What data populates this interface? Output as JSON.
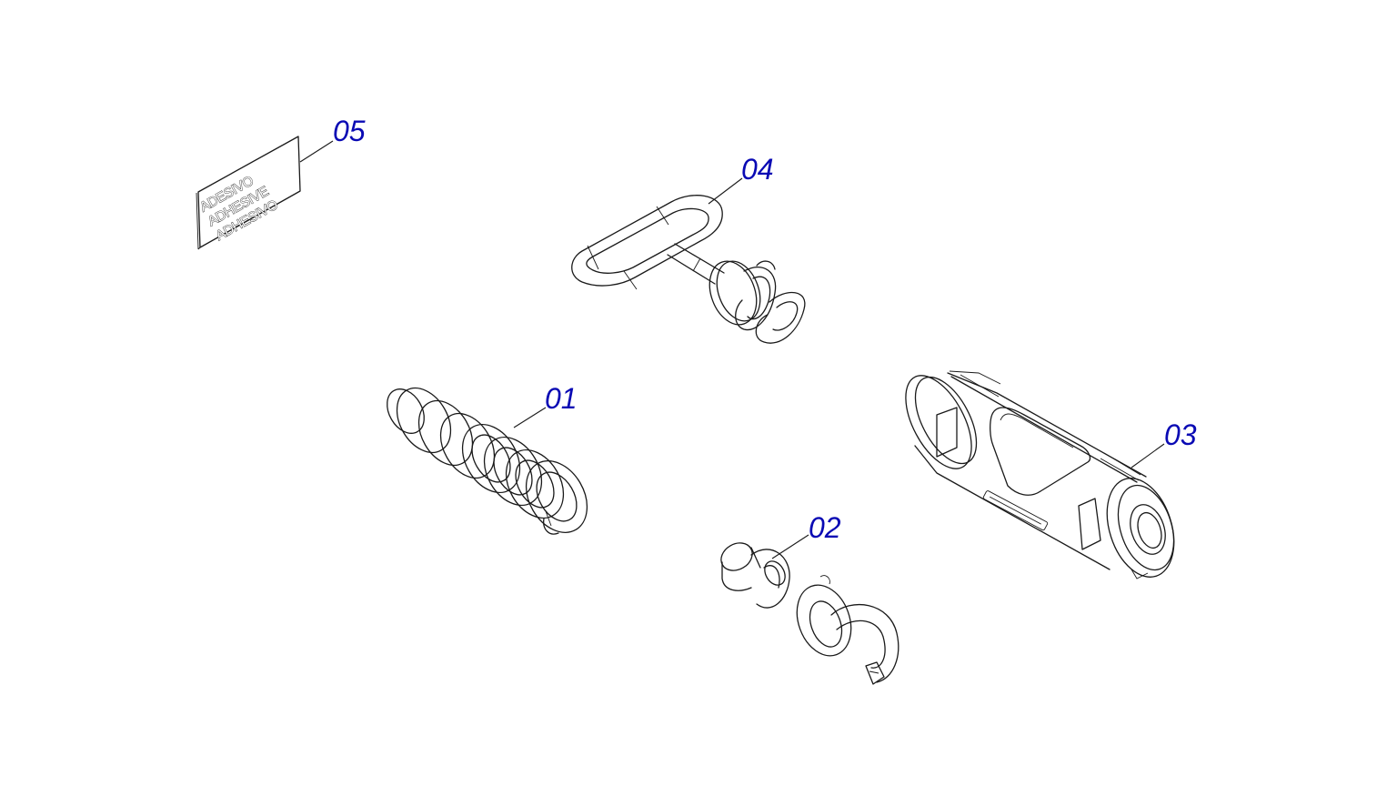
{
  "colors": {
    "label": "#0a0ab4",
    "line": "#1a1a1a",
    "background": "#ffffff"
  },
  "parts": [
    {
      "id": "05",
      "label": "05"
    },
    {
      "id": "04",
      "label": "04"
    },
    {
      "id": "01",
      "label": "01"
    },
    {
      "id": "03",
      "label": "03"
    },
    {
      "id": "02",
      "label": "02"
    }
  ],
  "sticker": {
    "lines": [
      "ADESIVO",
      "ADHESIVE",
      "ADHESIVO"
    ]
  }
}
